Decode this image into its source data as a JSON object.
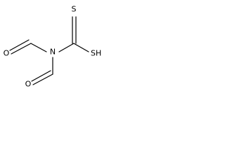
{
  "molecule": {
    "atoms": {
      "nitrogen": "N",
      "thione_sulfur": "S",
      "thiol": "SH",
      "upper_oxygen": "O",
      "lower_oxygen": "O"
    }
  }
}
